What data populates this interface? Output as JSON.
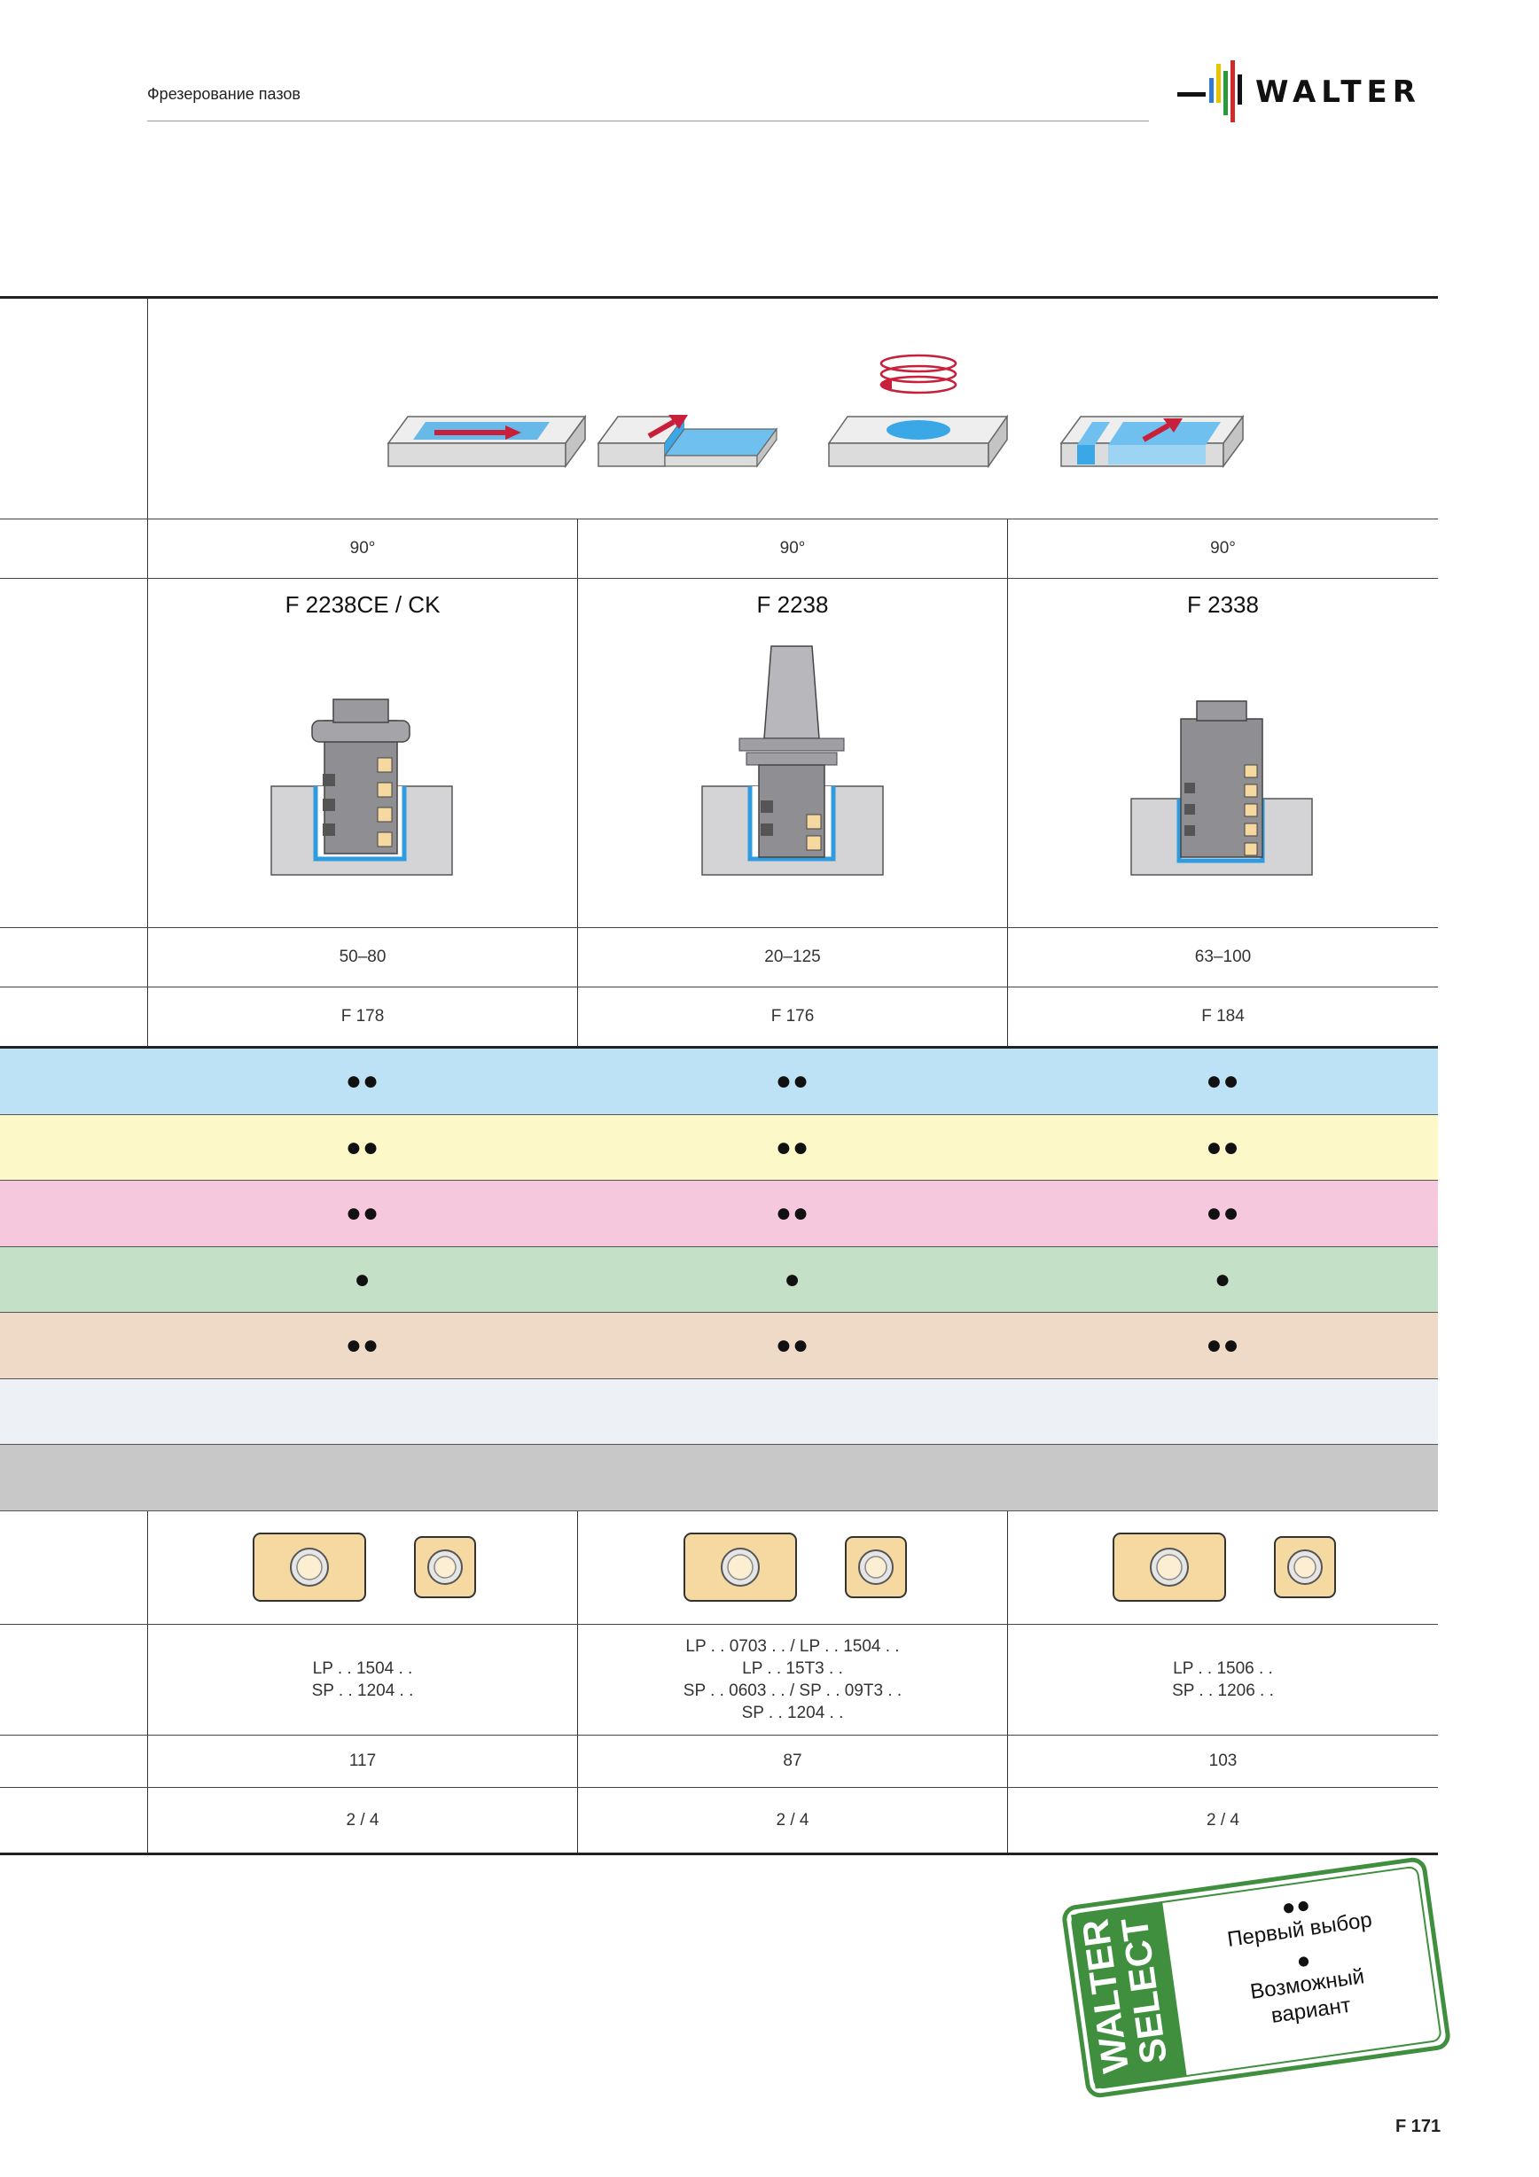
{
  "header": {
    "section_title": "Фрезерование пазов",
    "logo_text": "WALTER"
  },
  "table": {
    "angle_row": [
      "90°",
      "90°",
      "90°"
    ],
    "models": [
      "F 2238CE / CK",
      "F 2238",
      "F 2338"
    ],
    "diameters": [
      "50–80",
      "20–125",
      "63–100"
    ],
    "pages": [
      "F 178",
      "F 176",
      "F 184"
    ],
    "material_rows": [
      {
        "color": "#bde2f6",
        "marks": [
          "●●",
          "●●",
          "●●"
        ]
      },
      {
        "color": "#fdf8c8",
        "marks": [
          "●●",
          "●●",
          "●●"
        ]
      },
      {
        "color": "#f6c8de",
        "marks": [
          "●●",
          "●●",
          "●●"
        ]
      },
      {
        "color": "#c4e0c6",
        "marks": [
          "●",
          "●",
          "●"
        ]
      },
      {
        "color": "#efdac7",
        "marks": [
          "●●",
          "●●",
          "●●"
        ]
      },
      {
        "color": "#edf1f5",
        "marks": [
          "",
          "",
          ""
        ]
      },
      {
        "color": "#c8c8c8",
        "marks": [
          "",
          "",
          ""
        ]
      }
    ],
    "inserts": [
      [
        "LP . . 1504 . .",
        "SP . . 1204 . ."
      ],
      [
        "LP . . 0703 . . / LP . . 1504 . .",
        "LP . . 15T3 . .",
        "SP . . 0603 . . / SP . . 09T3 . .",
        "SP . . 1204 . ."
      ],
      [
        "LP . . 1506 . .",
        "SP . . 1206 . ."
      ]
    ],
    "numbers": [
      "117",
      "87",
      "103"
    ],
    "edges": [
      "2 / 4",
      "2 / 4",
      "2 / 4"
    ]
  },
  "legend": {
    "brand_line1": "WALTER",
    "brand_line2": "SELECT",
    "first_choice_mark": "●●",
    "first_choice": "Первый выбор",
    "possible_mark": "●",
    "possible_line1": "Возможный",
    "possible_line2": "вариант"
  },
  "page_number": "F 171",
  "colors": {
    "accent_blue": "#2f9be0",
    "insert_gold": "#f6d9a0",
    "stamp_green": "#3f8f3f",
    "arrow_red": "#c8203a"
  }
}
